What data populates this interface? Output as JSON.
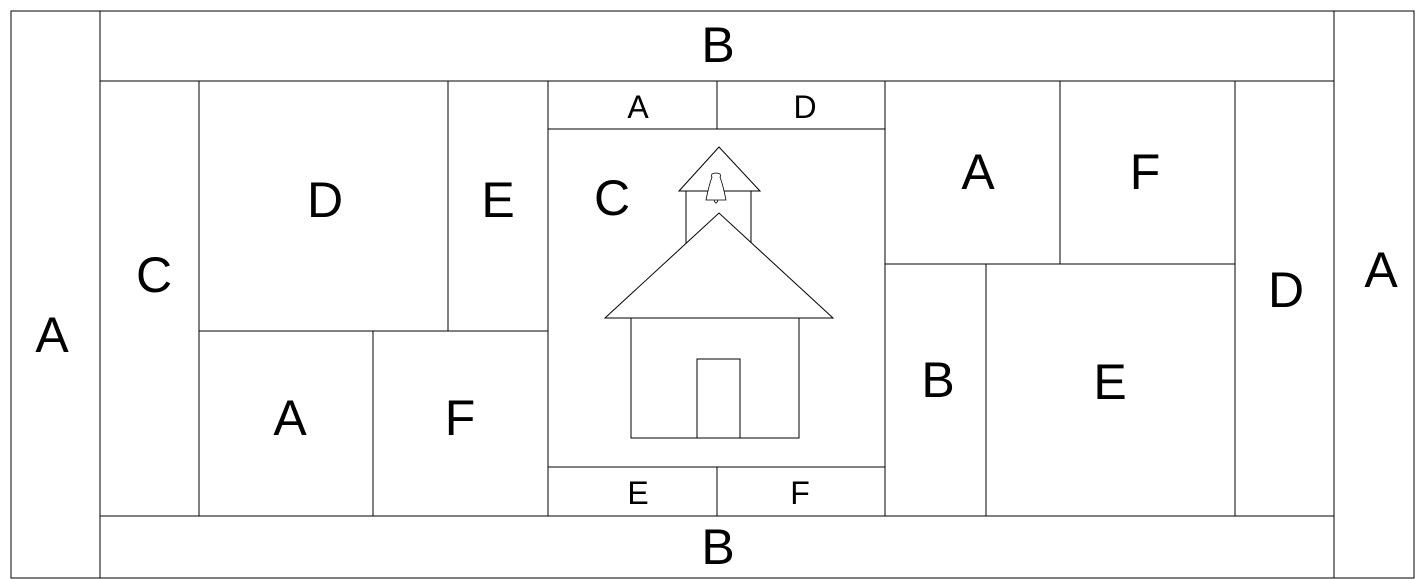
{
  "colors": {
    "background": "#ffffff",
    "lines": "#000000"
  },
  "panels": {
    "left_strip": "A",
    "top_strip": "B",
    "bottom_strip": "B",
    "right_strip": "A",
    "left_column": "C",
    "upper_left_block": "D",
    "upper_mid_block": "E",
    "lower_left_block": "A",
    "lower_mid_block": "F",
    "center_top_left": "A",
    "center_top_right": "D",
    "center_main": "C",
    "center_bottom_left": "E",
    "center_bottom_right": "F",
    "right_upper_left": "A",
    "right_upper_right": "F",
    "right_lower_narrow": "B",
    "right_lower_wide": "E",
    "right_column": "D"
  },
  "center_motif": {
    "icon": "schoolhouse-with-bell"
  }
}
